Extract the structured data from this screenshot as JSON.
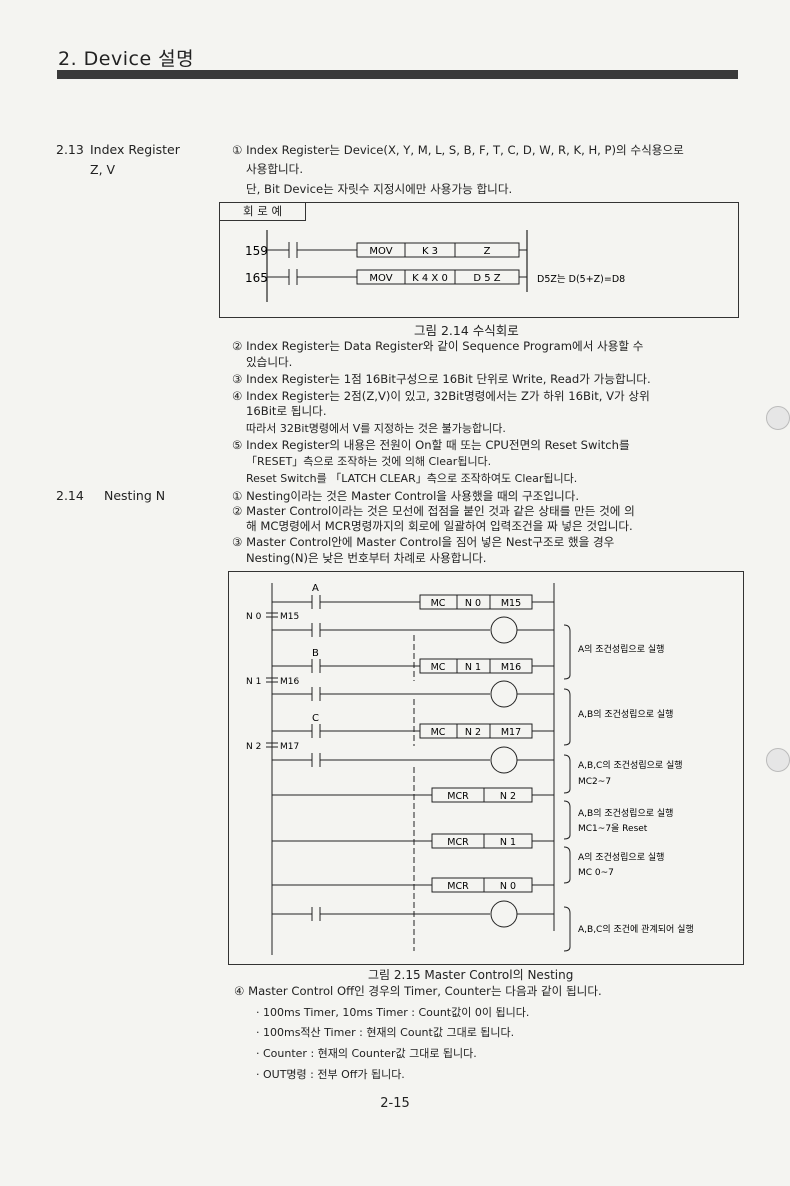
{
  "header": {
    "title": "2. Device 설명"
  },
  "sections": {
    "s213_num": "2.13",
    "s213_title": "Index Register",
    "s213_sub": "Z, V",
    "s214_num": "2.14",
    "s214_title": "Nesting  N"
  },
  "index": {
    "l1": "① Index Register는 Device(X, Y, M, L, S, B, F, T, C, D, W, R, K, H, P)의 수식용으로",
    "l2": "사용합니다.",
    "l3": "단, Bit Device는 자릿수 지정시에만 사용가능 합니다.",
    "circuit_label": "회  로  예",
    "row1": {
      "step": "159",
      "cmd": "MOV",
      "a": "K 3",
      "b": "Z"
    },
    "row2": {
      "step": "165",
      "cmd": "MOV",
      "a": "K 4 X 0",
      "b": "D 5 Z",
      "note": "D5Z는 D(5+Z)=D8"
    },
    "fig1": "그림 2.14  수식회로",
    "p2a": "② Index  Register는  Data  Register와  같이 Sequence  Program에서  사용할 수",
    "p2b": "있습니다.",
    "p3": "③ Index    Register는 1점  16Bit구성으로 16Bit 단위로 Write, Read가 가능합니다.",
    "p4a": "④ Index    Register는  2점(Z,V)이 있고, 32Bit명령에서는  Z가 하위  16Bit, V가 상위",
    "p4b": "16Bit로 됩니다.",
    "p4c": "따라서 32Bit명령에서 V를 지정하는 것은 불가능합니다.",
    "p5a": "⑤ Index  Register의  내용은   전원이 On할  때 또는  CPU전면의 Reset Switch를",
    "p5b": "「RESET」측으로 조작하는 것에 의해 Clear됩니다.",
    "p5c": "Reset Switch를 「LATCH CLEAR」측으로 조작하여도 Clear됩니다."
  },
  "nesting": {
    "n1": "① Nesting이라는  것은   Master   Control을  사용했을 때의 구조입니다.",
    "n2a": "② Master  Control이라는    것은 모선에 접점을 붙인 것과 같은 상태를 만든 것에 의",
    "n2b": "해 MC명령에서 MCR명령까지의 회로에 일괄하여 입력조건을 짜 넣은 것입니다.",
    "n3a": "③ Master   Control안에     Master   Control을    짐어 넣은  Nest구조로  했을 경우",
    "n3b": "Nesting(N)은 낮은 번호부터 차례로 사용합니다.",
    "contacts": {
      "a": "A",
      "b": "B",
      "c": "C"
    },
    "nest": {
      "n0": "N 0",
      "n1": "N 1",
      "n2": "N 2",
      "m15": "M15",
      "m16": "M16",
      "m17": "M17"
    },
    "mc": "MC",
    "mcr": "MCR",
    "boxes": {
      "n0": "N 0",
      "n1": "N 1",
      "n2": "N 2",
      "m15": "M15",
      "m16": "M16",
      "m17": "M17"
    },
    "notes": {
      "a1": "A의 조건성립으로 실행",
      "a2": "A,B의 조건성립으로 실행",
      "a3a": "A,B,C의 조건성립으로 실행",
      "a3b": "MC2~7",
      "a4a": "A,B의 조건성립으로 실행",
      "a4b": "MC1~7을 Reset",
      "a5a": "A의 조건성립으로 실행",
      "a5b": "MC 0~7",
      "a6": "A,B,C의 조건에 관계되어 실행"
    },
    "fig2": "그림 2.15   Master Control의 Nesting",
    "off": "④ Master   Control  Off인  경우의 Timer, Counter는  다음과 같이 됩니다.",
    "b1": "· 100ms Timer, 10ms Timer :  Count값이  0이 됩니다.",
    "b2": "· 100ms적산  Timer : 현재의  Count값  그대로 됩니다.",
    "b3": "·  Counter   : 현재의  Counter값  그대로 됩니다.",
    "b4": "·  OUT명령 : 전부 Off가 됩니다."
  },
  "page_number": "2-15"
}
